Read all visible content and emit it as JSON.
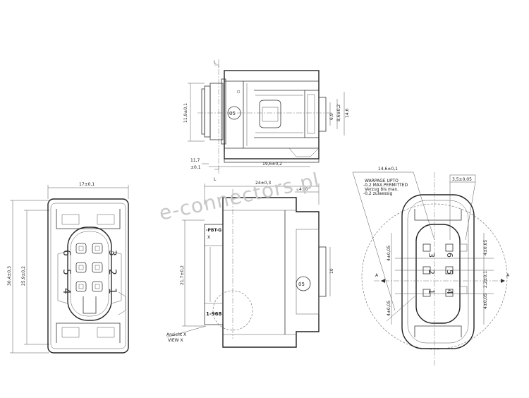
{
  "top_view": {
    "dim_height": "11,9±0,1",
    "dim_d1": "6,9",
    "dim_d2": "8,6±0,2",
    "dim_d3": "14,6",
    "dim_small": "11,7",
    "dim_small2": "±0,1",
    "dim_length": "19,6±0,2",
    "label_L_top": "L",
    "label_L_bottom": "L"
  },
  "front_view": {
    "dim_width": "17±0,1",
    "dim_outer_height": "30,4±0,3",
    "dim_inner_height": "25,9±0,2",
    "pins_left": [
      "6",
      "5",
      "4"
    ],
    "pins_right": [
      "3",
      "2",
      "1"
    ]
  },
  "side_view": {
    "dim_length": "24±0,3",
    "dim_top": "4±0",
    "dim_height": "21,7±0,2",
    "dim_right": "10",
    "label_material": "-PBT-G",
    "label_x": "X",
    "label_part": "1-968",
    "view_note_1": "Ansicht X",
    "view_note_2": "VIEW X"
  },
  "detail_view": {
    "dim_width": "14,6±0,1",
    "warp_1": "WARPAGE UPTO",
    "warp_2": "-0,2 MAX.PERMITTED",
    "warp_3": "Verzug bis max.",
    "warp_4": "-0,2 zulaessig",
    "dim_pitch": "3,5±0,05",
    "dim_l1": "4±0,05",
    "dim_l2": "4±0,05",
    "dim_r1": "4±0,05",
    "dim_r2": "2,2±0,1",
    "dim_r3": "4±0,05",
    "section_a_left": "A",
    "section_a_right": "A",
    "pins": [
      "3",
      "6",
      "2",
      "5",
      "1",
      "4"
    ]
  },
  "watermark": "e-connectors.pl"
}
